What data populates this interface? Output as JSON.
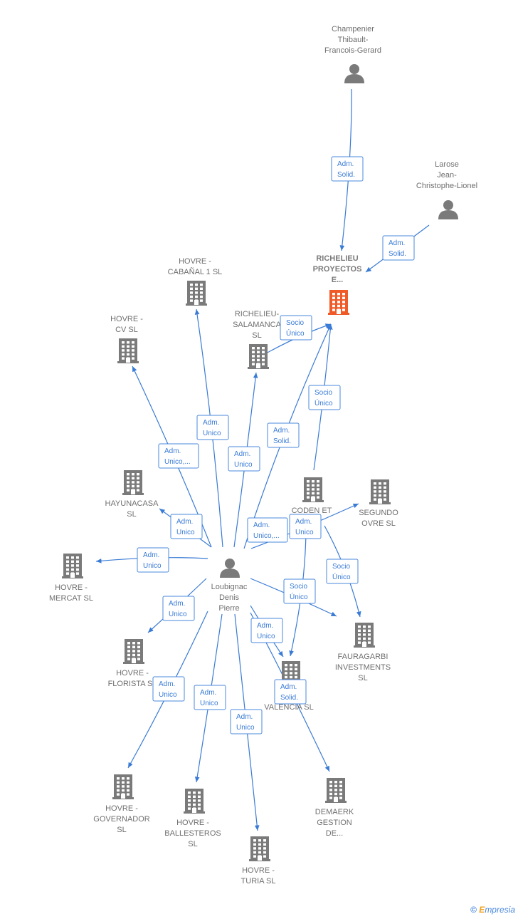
{
  "colors": {
    "edge": "#3a7bd5",
    "node": "#7a7a7a",
    "highlight": "#f05a28"
  },
  "nodes": [
    {
      "id": "champenier",
      "kind": "person",
      "label": [
        "Champenier",
        "Thibault-",
        "Francois-Gerard"
      ]
    },
    {
      "id": "larose",
      "kind": "person",
      "label": [
        "Larose",
        "Jean-",
        "Christophe-Lionel"
      ]
    },
    {
      "id": "richelieu",
      "kind": "company",
      "highlight": true,
      "label": [
        "RICHELIEU",
        "PROYECTOS",
        "E..."
      ]
    },
    {
      "id": "cabanal",
      "kind": "company",
      "label": [
        "HOVRE -",
        "CABAÑAL 1  SL"
      ]
    },
    {
      "id": "cv",
      "kind": "company",
      "label": [
        "HOVRE -",
        "CV  SL"
      ]
    },
    {
      "id": "salamanca",
      "kind": "company",
      "label": [
        "RICHELIEU-",
        "SALAMANCA",
        "SL"
      ]
    },
    {
      "id": "hayunacasa",
      "kind": "company",
      "label": [
        "HAYUNACASA",
        "SL"
      ]
    },
    {
      "id": "coden",
      "kind": "company",
      "label": [
        "CODEN ET",
        "SL"
      ]
    },
    {
      "id": "segundo",
      "kind": "company",
      "label": [
        "SEGUNDO",
        "OVRE  SL"
      ]
    },
    {
      "id": "mercat",
      "kind": "company",
      "label": [
        "HOVRE -",
        "MERCAT  SL"
      ]
    },
    {
      "id": "loubignac",
      "kind": "person",
      "label": [
        "Loubignac",
        "Denis",
        "Pierre"
      ]
    },
    {
      "id": "fauragarbi",
      "kind": "company",
      "label": [
        "FAURAGARBI",
        "INVESTMENTS",
        "SL"
      ]
    },
    {
      "id": "florista",
      "kind": "company",
      "label": [
        "HOVRE -",
        "FLORISTA  SL"
      ]
    },
    {
      "id": "txvalencia",
      "kind": "company",
      "label": [
        "TX        DE",
        "VALENCIA  SL"
      ]
    },
    {
      "id": "governador",
      "kind": "company",
      "label": [
        "HOVRE -",
        "GOVERNADOR",
        "SL"
      ]
    },
    {
      "id": "ballesteros",
      "kind": "company",
      "label": [
        "HOVRE -",
        "BALLESTEROS",
        "SL"
      ]
    },
    {
      "id": "demaerk",
      "kind": "company",
      "label": [
        "DEMAERK",
        "GESTION",
        "DE..."
      ]
    },
    {
      "id": "turia",
      "kind": "company",
      "label": [
        "HOVRE -",
        "TURIA  SL"
      ]
    }
  ],
  "edges": [
    {
      "from": "champenier",
      "to": "richelieu",
      "label": [
        "Adm.",
        "Solid."
      ]
    },
    {
      "from": "larose",
      "to": "richelieu",
      "label": [
        "Adm.",
        "Solid."
      ]
    },
    {
      "from": "loubignac",
      "to": "richelieu",
      "label": [
        "Adm.",
        "Solid."
      ]
    },
    {
      "from": "coden",
      "to": "richelieu",
      "label": [
        "Socio",
        "Único"
      ]
    },
    {
      "from": "salamanca",
      "to": "richelieu",
      "label": [
        "Socio",
        "Único"
      ]
    },
    {
      "from": "loubignac",
      "to": "cabanal",
      "label": [
        "Adm.",
        "Unico"
      ]
    },
    {
      "from": "loubignac",
      "to": "cv",
      "label": [
        "Adm.",
        "Unico,..."
      ]
    },
    {
      "from": "loubignac",
      "to": "salamanca",
      "label": [
        "Adm.",
        "Unico"
      ]
    },
    {
      "from": "loubignac",
      "to": "hayunacasa",
      "label": [
        "Adm.",
        "Unico"
      ]
    },
    {
      "from": "loubignac",
      "to": "mercat",
      "label": [
        "Adm.",
        "Unico"
      ]
    },
    {
      "from": "loubignac",
      "to": "segundo",
      "label": [
        "Adm.",
        "Unico,..."
      ]
    },
    {
      "from": "loubignac",
      "to": "coden",
      "label": [
        "Adm.",
        "Unico"
      ]
    },
    {
      "from": "coden",
      "to": "fauragarbi",
      "label": [
        "Socio",
        "Único"
      ]
    },
    {
      "from": "loubignac",
      "to": "fauragarbi",
      "label": [
        "Socio",
        "Único"
      ]
    },
    {
      "from": "loubignac",
      "to": "florista",
      "label": [
        "Adm.",
        "Unico"
      ]
    },
    {
      "from": "loubignac",
      "to": "txvalencia",
      "label": [
        "Adm.",
        "Unico"
      ]
    },
    {
      "from": "loubignac",
      "to": "demaerk",
      "label": [
        "Adm.",
        "Solid."
      ]
    },
    {
      "from": "loubignac",
      "to": "governador",
      "label": [
        "Adm.",
        "Unico"
      ]
    },
    {
      "from": "loubignac",
      "to": "ballesteros",
      "label": [
        "Adm.",
        "Unico"
      ]
    },
    {
      "from": "loubignac",
      "to": "turia",
      "label": [
        "Adm.",
        "Unico"
      ]
    }
  ],
  "watermark": {
    "symbol": "©",
    "brand_initial": "E",
    "brand_rest": "mpresia"
  }
}
